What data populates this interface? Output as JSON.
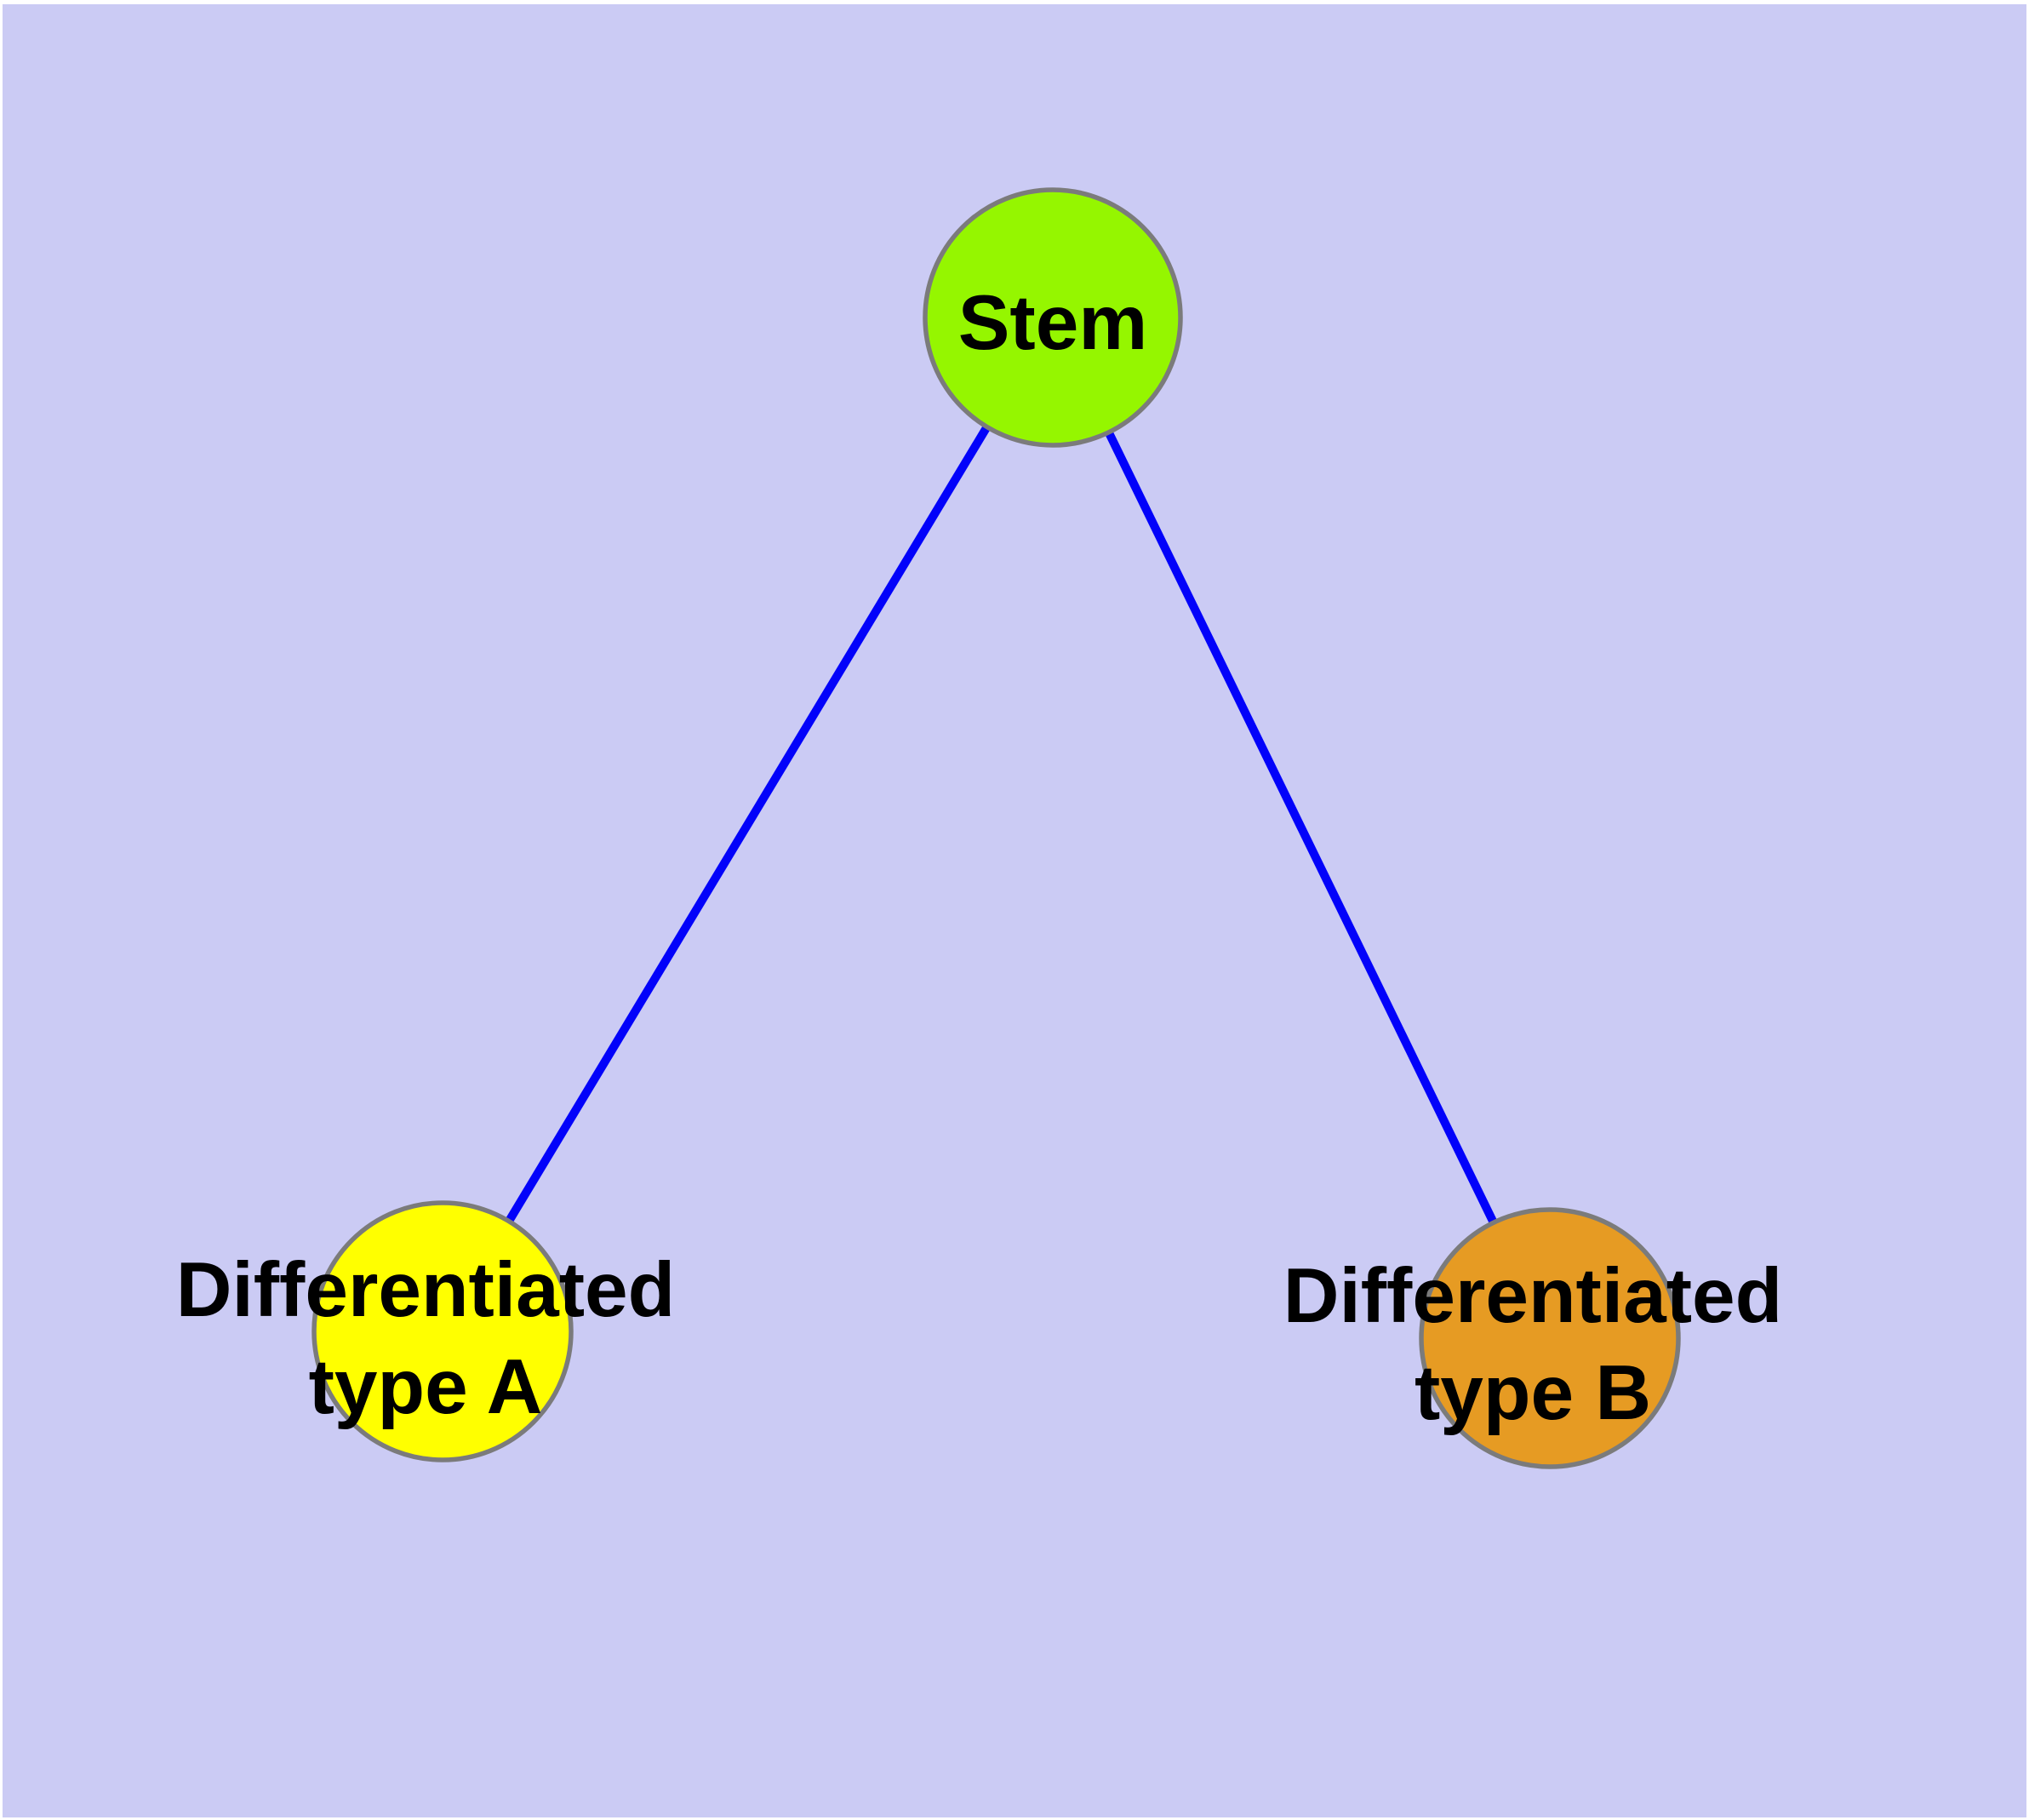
{
  "figure": {
    "title": "",
    "margin_color": "#FFFFFF",
    "background_color": "#CBCBF4",
    "edge_color": "#0202FA",
    "node_border_color": "#7B7B7B",
    "text_color": "#000000",
    "nodes": [
      {
        "id": "stem",
        "label": "Stem",
        "fill_color": "#95F600",
        "shape": "circle"
      },
      {
        "id": "differentiated-type-a",
        "label_lines": [
          "Differentiated",
          "type A"
        ],
        "fill_color": "#FFFF00",
        "shape": "circle"
      },
      {
        "id": "differentiated-type-b",
        "label_lines": [
          "Differentiated",
          "type B"
        ],
        "fill_color": "#E69B23",
        "shape": "circle"
      }
    ],
    "edges": [
      {
        "from": "stem",
        "to": "differentiated-type-a"
      },
      {
        "from": "stem",
        "to": "differentiated-type-b"
      }
    ]
  }
}
